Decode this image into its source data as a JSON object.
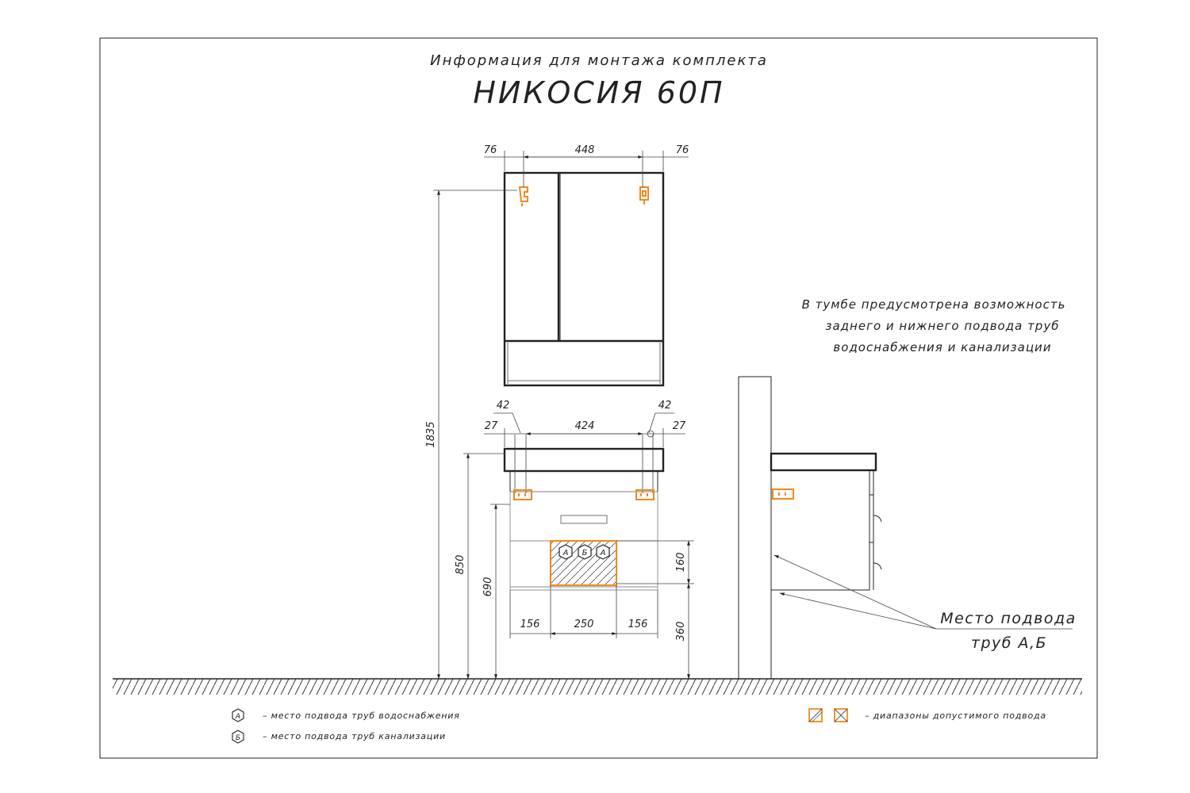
{
  "title": {
    "line1": "Информация для монтажа комплекта",
    "line2": "НИКОСИЯ 60П"
  },
  "note": {
    "line1": "В тумбе предусмотрена возможность",
    "line2": "заднего и нижнего подвода труб",
    "line3": "водоснабжения и канализации"
  },
  "callout": {
    "line1": "Место подвода",
    "line2": "труб А,Б"
  },
  "dimensions": {
    "mirror_left": "76",
    "mirror_width": "448",
    "mirror_right": "76",
    "vanity_offset_left": "42",
    "vanity_offset_right": "42",
    "vanity_edge_left": "27",
    "vanity_span": "424",
    "vanity_edge_right": "27",
    "total_height": "1835",
    "counter_height": "850",
    "body_height": "690",
    "zone_height": "160",
    "zone_bottom": "360",
    "zone_left": "156",
    "zone_width": "250",
    "zone_right": "156"
  },
  "markers": {
    "a": "А",
    "b": "Б"
  },
  "legend": {
    "a_text": "– место подвода труб водоснабжения",
    "b_text": "– место подвода труб канализации",
    "range_text": "– диапазоны допустимого подвода"
  },
  "colors": {
    "accent": "#f08a1c",
    "line": "#222222"
  }
}
